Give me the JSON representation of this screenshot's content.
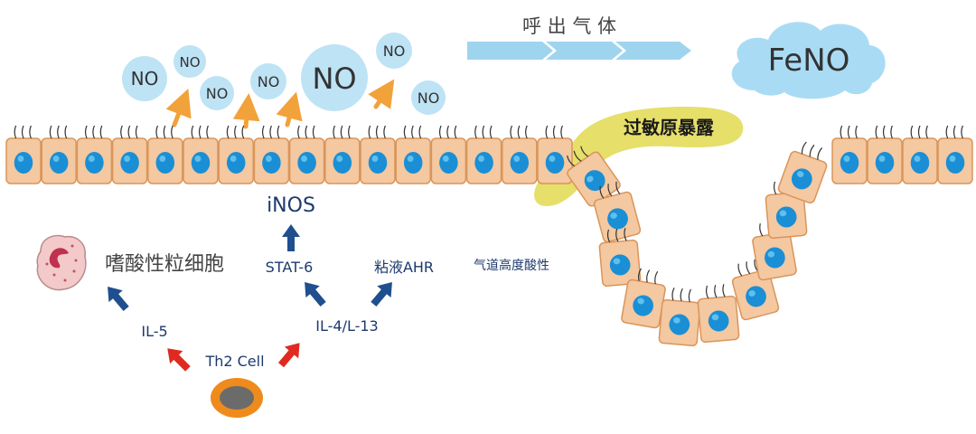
{
  "colors": {
    "cell_fill": "#f4c8a0",
    "cell_stroke": "#d9955a",
    "nucleus": "#1a8fd6",
    "nucleus_highlight": "#7fd4f7",
    "no_bubble": "#bde3f5",
    "feno_cloud": "#a9dcf4",
    "flow_arrow": "#9fd4ef",
    "allergen": "#e6df6a",
    "orange_arrow": "#f2a23a",
    "red_arrow": "#e02a1f",
    "blue_arrow": "#1f4f8f",
    "label_dark": "#1d3a6e",
    "label_gray": "#444444",
    "eosinophil": "#f3c9c9",
    "th2_outer": "#ee8b1c",
    "th2_inner": "#6b6b6b"
  },
  "no_bubbles": [
    "NO",
    "NO",
    "NO",
    "NO",
    "NO",
    "NO",
    "NO"
  ],
  "exhaled_gas_label": "呼 出 气 体",
  "feno_label": "FeNO",
  "allergen_label": "过敏原暴露",
  "labels": {
    "inos": "iNOS",
    "stat6": "STAT-6",
    "mucus_ahr": "粘液AHR",
    "airway_acidity": "气道高度酸性",
    "eosinophil": "嗜酸性粒细胞",
    "il5": "IL-5",
    "il4_il13": "IL-4/L-13",
    "th2_cell": "Th2 Cell"
  },
  "icons": {
    "eosinophil": "eosinophil-cell-icon",
    "th2": "th2-cell-icon",
    "cloud": "cloud-icon"
  }
}
